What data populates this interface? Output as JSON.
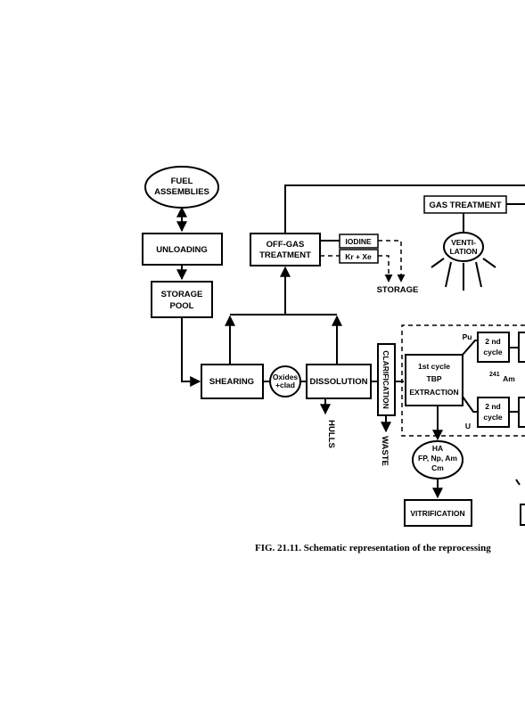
{
  "diagram": {
    "nodes": {
      "fuel_assemblies": [
        "FUEL",
        "ASSEMBLIES"
      ],
      "unloading": "UNLOADING",
      "storage_pool": [
        "STORAGE",
        "POOL"
      ],
      "offgas_treatment": [
        "OFF-GAS",
        "TREATMENT"
      ],
      "iodine": "IODINE",
      "kr_xe": "Kr + Xe",
      "storage": "STORAGE",
      "gas_treatment": "GAS TREATMENT",
      "ventilation": [
        "VENTI-",
        "LATION"
      ],
      "shearing": "SHEARING",
      "oxides_clad": [
        "Oxides",
        "+clad"
      ],
      "dissolution": "DISSOLUTION",
      "hulls": "HULLS",
      "clarification": "CLARIFICATION",
      "waste": "WASTE",
      "first_cycle": [
        "1st cycle",
        "TBP",
        "EXTRACTION"
      ],
      "pu": "Pu",
      "u": "U",
      "second_cycle_top": [
        "2 nd",
        "cycle"
      ],
      "second_cycle_bottom": [
        "2 nd",
        "cycle"
      ],
      "am_mass": "241",
      "am": "Am",
      "ha": [
        "HA",
        "FP, Np, Am",
        "Cm"
      ],
      "vitrification": "VITRIFICATION"
    },
    "caption": "FIG. 21.11. Schematic representation of the reprocessing"
  }
}
